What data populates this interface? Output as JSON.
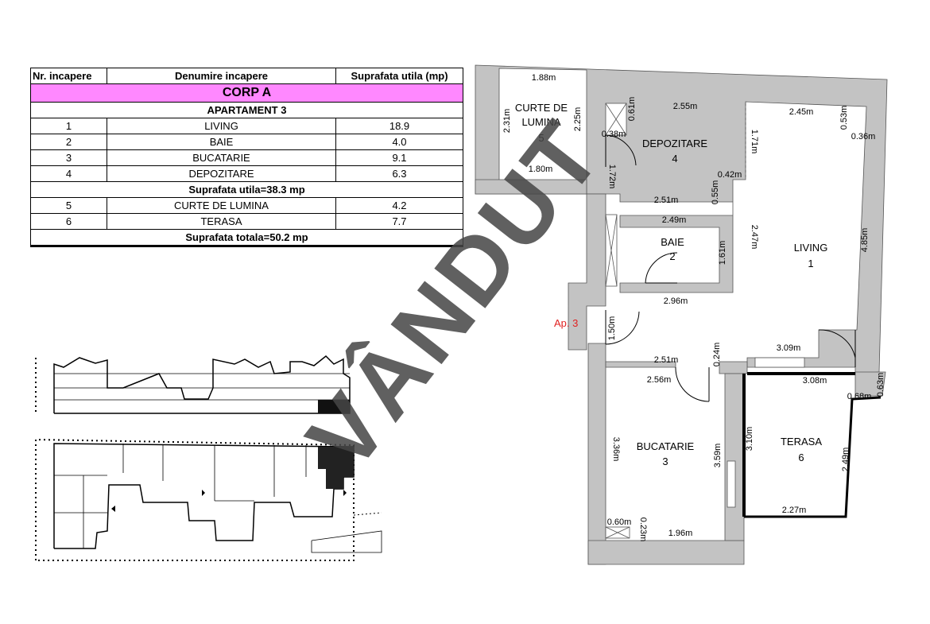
{
  "table": {
    "headers": [
      "Nr. incapere",
      "Denumire incapere",
      "Suprafata utila (mp)"
    ],
    "corp": "CORP A",
    "apartment": "APARTAMENT 3",
    "rooms_utile": [
      {
        "nr": "1",
        "name": "LIVING",
        "area": "18.9"
      },
      {
        "nr": "2",
        "name": "BAIE",
        "area": "4.0"
      },
      {
        "nr": "3",
        "name": "BUCATARIE",
        "area": "9.1"
      },
      {
        "nr": "4",
        "name": "DEPOZITARE",
        "area": "6.3"
      }
    ],
    "subtotal": "Suprafata utila=38.3 mp",
    "rooms_extra": [
      {
        "nr": "5",
        "name": "CURTE DE LUMINA",
        "area": "4.2"
      },
      {
        "nr": "6",
        "name": "TERASA",
        "area": "7.7"
      }
    ],
    "total": "Suprafata totala=50.2 mp"
  },
  "plan": {
    "rooms": [
      {
        "name": "CURTE DE",
        "name2": "LUMINA",
        "nr": "5"
      },
      {
        "name": "DEPOZITARE",
        "nr": "4"
      },
      {
        "name": "BAIE",
        "nr": "2"
      },
      {
        "name": "LIVING",
        "nr": "1"
      },
      {
        "name": "BUCATARIE",
        "nr": "3"
      },
      {
        "name": "TERASA",
        "nr": "6"
      }
    ],
    "dimensions": [
      "1.88m",
      "2.31m",
      "2.25m",
      "1.80m",
      "0.61m",
      "0.38m",
      "2.55m",
      "2.45m",
      "0.53m",
      "0.36m",
      "1.71m",
      "0.42m",
      "1.72m",
      "0.55m",
      "2.51m",
      "2.49m",
      "2.47m",
      "1.61m",
      "4.85m",
      "2.96m",
      "1.50m",
      "0.24m",
      "2.51m",
      "3.09m",
      "2.56m",
      "3.08m",
      "0.68m",
      "0.63m",
      "3.36m",
      "3.59m",
      "3.10m",
      "2.49m",
      "2.27m",
      "0.60m",
      "0.23m",
      "1.96m"
    ],
    "apartment_tag": "Ap. 3",
    "stamp": "VÂNDUT"
  },
  "colors": {
    "wall": "#c3c3c3",
    "corp_band": "#ff88ff",
    "apartment_tag": "#e02020",
    "stamp": "#464646"
  }
}
